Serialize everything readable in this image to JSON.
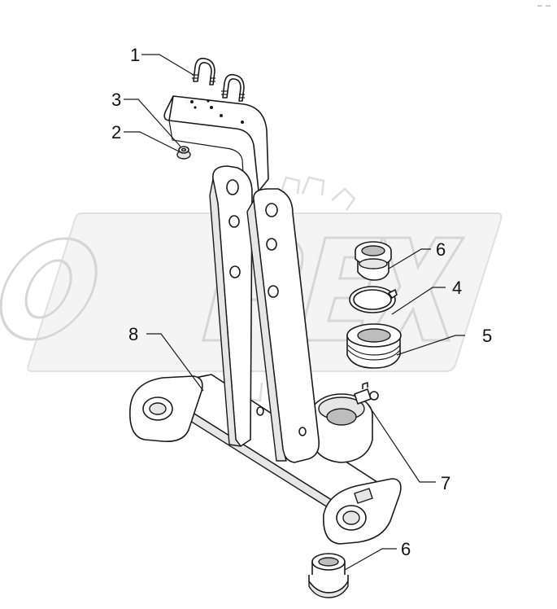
{
  "diagram": {
    "corner_mark": "− −",
    "watermark_text": "OPEX",
    "callouts": [
      {
        "id": "c1",
        "label": "1"
      },
      {
        "id": "c3",
        "label": "3"
      },
      {
        "id": "c2",
        "label": "2"
      },
      {
        "id": "c6a",
        "label": "6"
      },
      {
        "id": "c4",
        "label": "4"
      },
      {
        "id": "c8",
        "label": "8"
      },
      {
        "id": "c5",
        "label": "5"
      },
      {
        "id": "c7",
        "label": "7"
      },
      {
        "id": "c6b",
        "label": "6"
      }
    ],
    "parts": [
      "u-bolt",
      "nut",
      "washer",
      "snap-ring",
      "bushing",
      "grease-nipple",
      "bracket",
      "bearing-sleeve"
    ]
  }
}
